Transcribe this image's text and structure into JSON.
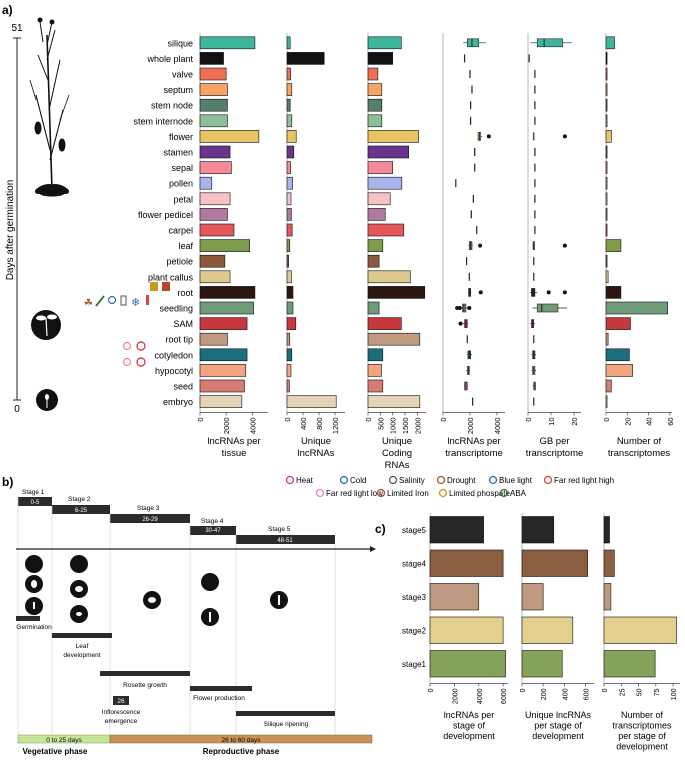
{
  "panel_labels": {
    "a": "a)",
    "b": "b)",
    "c": "c)"
  },
  "axis_side": {
    "top": "51",
    "bottom": "0",
    "label": "Days after germination"
  },
  "tissues": [
    "silique",
    "whole plant",
    "valve",
    "septum",
    "stem node",
    "stem internode",
    "flower",
    "stamen",
    "sepal",
    "pollen",
    "petal",
    "flower pedicel",
    "carpel",
    "leaf",
    "petiole",
    "plant callus",
    "root",
    "seedling",
    "SAM",
    "root tip",
    "cotyledon",
    "hypocotyl",
    "seed",
    "embryo"
  ],
  "tissue_colors": [
    "#3eb69e",
    "#111111",
    "#ef6f56",
    "#f5a465",
    "#557e6b",
    "#8fbf9a",
    "#e9c462",
    "#6a348e",
    "#f48a97",
    "#a9b4ec",
    "#f6c2c8",
    "#b07aa0",
    "#e4585d",
    "#7f9c4c",
    "#8b5a3c",
    "#dcc98e",
    "#2c1610",
    "#6f9b78",
    "#c7383d",
    "#c09a80",
    "#1b6e7b",
    "#f3a57f",
    "#d57d72",
    "#e5d3b5"
  ],
  "chart_data": [
    {
      "type": "bar",
      "orientation": "horizontal",
      "xlabel": "lncRNAs per tissue",
      "xticks": [
        "0",
        "2000",
        "4000"
      ],
      "xlim": [
        0,
        5200
      ],
      "values": [
        4200,
        1800,
        2000,
        2100,
        2100,
        2100,
        4500,
        2300,
        2400,
        900,
        2300,
        2100,
        2600,
        3800,
        1900,
        2300,
        4200,
        4100,
        3600,
        2100,
        3600,
        3500,
        3400,
        3200
      ]
    },
    {
      "type": "bar",
      "orientation": "horizontal",
      "xlabel": "Unique lncRNAs",
      "xticks": [
        "0",
        "400",
        "800",
        "1200"
      ],
      "xlim": [
        0,
        1450
      ],
      "values": [
        80,
        930,
        90,
        120,
        80,
        120,
        230,
        170,
        90,
        140,
        100,
        110,
        130,
        70,
        40,
        110,
        150,
        150,
        220,
        70,
        120,
        100,
        60,
        1230
      ]
    },
    {
      "type": "bar",
      "orientation": "horizontal",
      "xlabel": "Unique Coding RNAs",
      "xticks": [
        "0",
        "500",
        "1000",
        "1500",
        "2000"
      ],
      "xlim": [
        0,
        2350
      ],
      "values": [
        1350,
        1000,
        400,
        560,
        560,
        560,
        2050,
        1650,
        1000,
        1370,
        900,
        700,
        1450,
        600,
        450,
        1720,
        2300,
        450,
        1350,
        2100,
        600,
        550,
        600,
        2100
      ]
    },
    {
      "type": "box",
      "orientation": "horizontal",
      "xlabel": "lncRNAs per transcriptome",
      "xticks": [
        "0",
        "2000",
        "4000"
      ],
      "xlim": [
        0,
        4600
      ],
      "boxes": [
        {
          "row": 0,
          "q1": 1800,
          "med": 2150,
          "q3": 2650,
          "lo": 1500,
          "hi": 3200,
          "out": []
        },
        {
          "row": 1,
          "q1": 1580,
          "med": 1600,
          "q3": 1620,
          "lo": 1580,
          "hi": 1620,
          "out": []
        },
        {
          "row": 2,
          "q1": 2000,
          "med": 2000,
          "q3": 2000,
          "lo": 2000,
          "hi": 2000,
          "out": []
        },
        {
          "row": 3,
          "q1": 2150,
          "med": 2150,
          "q3": 2150,
          "lo": 2150,
          "hi": 2150,
          "out": []
        },
        {
          "row": 4,
          "q1": 2050,
          "med": 2050,
          "q3": 2050,
          "lo": 2050,
          "hi": 2050,
          "out": []
        },
        {
          "row": 5,
          "q1": 2050,
          "med": 2050,
          "q3": 2050,
          "lo": 2050,
          "hi": 2050,
          "out": []
        },
        {
          "row": 6,
          "q1": 2600,
          "med": 2700,
          "q3": 2800,
          "lo": 2600,
          "hi": 2900,
          "out": [
            3400
          ]
        },
        {
          "row": 7,
          "q1": 2350,
          "med": 2350,
          "q3": 2350,
          "lo": 2350,
          "hi": 2350,
          "out": []
        },
        {
          "row": 8,
          "q1": 2350,
          "med": 2350,
          "q3": 2350,
          "lo": 2350,
          "hi": 2350,
          "out": []
        },
        {
          "row": 9,
          "q1": 950,
          "med": 950,
          "q3": 950,
          "lo": 950,
          "hi": 950,
          "out": []
        },
        {
          "row": 10,
          "q1": 2250,
          "med": 2250,
          "q3": 2250,
          "lo": 2250,
          "hi": 2250,
          "out": []
        },
        {
          "row": 11,
          "q1": 2100,
          "med": 2100,
          "q3": 2100,
          "lo": 2100,
          "hi": 2100,
          "out": []
        },
        {
          "row": 12,
          "q1": 2500,
          "med": 2500,
          "q3": 2500,
          "lo": 2500,
          "hi": 2500,
          "out": []
        },
        {
          "row": 13,
          "q1": 1950,
          "med": 2050,
          "q3": 2150,
          "lo": 1900,
          "hi": 2200,
          "out": [
            2750
          ]
        },
        {
          "row": 14,
          "q1": 1750,
          "med": 1750,
          "q3": 1750,
          "lo": 1750,
          "hi": 1750,
          "out": []
        },
        {
          "row": 15,
          "q1": 1950,
          "med": 1950,
          "q3": 1950,
          "lo": 1950,
          "hi": 1950,
          "out": []
        },
        {
          "row": 16,
          "q1": 1900,
          "med": 1980,
          "q3": 2050,
          "lo": 1850,
          "hi": 2100,
          "out": [
            2800
          ]
        },
        {
          "row": 17,
          "q1": 1450,
          "med": 1550,
          "q3": 1700,
          "lo": 1150,
          "hi": 1850,
          "out": [
            1050,
            1250,
            1950
          ]
        },
        {
          "row": 18,
          "q1": 1600,
          "med": 1700,
          "q3": 1800,
          "lo": 1450,
          "hi": 1850,
          "out": [
            1300
          ]
        },
        {
          "row": 19,
          "q1": 1800,
          "med": 1800,
          "q3": 1800,
          "lo": 1800,
          "hi": 1800,
          "out": []
        },
        {
          "row": 20,
          "q1": 1850,
          "med": 1950,
          "q3": 2050,
          "lo": 1800,
          "hi": 2150,
          "out": []
        },
        {
          "row": 21,
          "q1": 1800,
          "med": 1900,
          "q3": 1950,
          "lo": 1700,
          "hi": 2000,
          "out": []
        },
        {
          "row": 22,
          "q1": 1600,
          "med": 1700,
          "q3": 1800,
          "lo": 1550,
          "hi": 1850,
          "out": []
        },
        {
          "row": 23,
          "q1": 2200,
          "med": 2200,
          "q3": 2200,
          "lo": 2200,
          "hi": 2200,
          "out": []
        }
      ]
    },
    {
      "type": "box",
      "orientation": "horizontal",
      "xlabel": "GB per transcriptome",
      "xticks": [
        "0",
        "10",
        "20"
      ],
      "xlim": [
        0,
        23
      ],
      "boxes": [
        {
          "row": 0,
          "q1": 4,
          "med": 7,
          "q3": 15,
          "lo": 1,
          "hi": 19,
          "out": []
        },
        {
          "row": 1,
          "q1": 0.5,
          "med": 0.5,
          "q3": 0.5,
          "lo": 0.5,
          "hi": 0.5,
          "out": []
        },
        {
          "row": 2,
          "q1": 3,
          "med": 3,
          "q3": 3,
          "lo": 3,
          "hi": 3,
          "out": []
        },
        {
          "row": 3,
          "q1": 3,
          "med": 3,
          "q3": 3,
          "lo": 3,
          "hi": 3,
          "out": []
        },
        {
          "row": 4,
          "q1": 3,
          "med": 3,
          "q3": 3,
          "lo": 3,
          "hi": 3,
          "out": []
        },
        {
          "row": 5,
          "q1": 3,
          "med": 3,
          "q3": 3,
          "lo": 3,
          "hi": 3,
          "out": []
        },
        {
          "row": 6,
          "q1": 2.5,
          "med": 2.5,
          "q3": 2.5,
          "lo": 2.5,
          "hi": 2.5,
          "out": [
            16
          ]
        },
        {
          "row": 7,
          "q1": 3,
          "med": 3,
          "q3": 3,
          "lo": 3,
          "hi": 3,
          "out": []
        },
        {
          "row": 8,
          "q1": 3,
          "med": 3,
          "q3": 3,
          "lo": 3,
          "hi": 3,
          "out": []
        },
        {
          "row": 9,
          "q1": 3,
          "med": 3,
          "q3": 3,
          "lo": 3,
          "hi": 3,
          "out": []
        },
        {
          "row": 10,
          "q1": 3,
          "med": 3,
          "q3": 3,
          "lo": 3,
          "hi": 3,
          "out": []
        },
        {
          "row": 11,
          "q1": 3,
          "med": 3,
          "q3": 3,
          "lo": 3,
          "hi": 3,
          "out": []
        },
        {
          "row": 12,
          "q1": 3,
          "med": 3,
          "q3": 3,
          "lo": 3,
          "hi": 3,
          "out": []
        },
        {
          "row": 13,
          "q1": 2.2,
          "med": 2.5,
          "q3": 2.8,
          "lo": 2,
          "hi": 3,
          "out": [
            16
          ]
        },
        {
          "row": 14,
          "q1": 2.5,
          "med": 2.5,
          "q3": 2.5,
          "lo": 2.5,
          "hi": 2.5,
          "out": []
        },
        {
          "row": 15,
          "q1": 2.5,
          "med": 2.5,
          "q3": 2.5,
          "lo": 2.5,
          "hi": 2.5,
          "out": []
        },
        {
          "row": 16,
          "q1": 1.5,
          "med": 2.5,
          "q3": 3,
          "lo": 1,
          "hi": 4,
          "out": [
            9,
            16
          ]
        },
        {
          "row": 17,
          "q1": 4,
          "med": 6,
          "q3": 13,
          "lo": 2,
          "hi": 17,
          "out": []
        },
        {
          "row": 18,
          "q1": 1.5,
          "med": 2,
          "q3": 2.5,
          "lo": 1,
          "hi": 3,
          "out": []
        },
        {
          "row": 19,
          "q1": 2.5,
          "med": 2.5,
          "q3": 2.5,
          "lo": 2.5,
          "hi": 2.5,
          "out": []
        },
        {
          "row": 20,
          "q1": 2,
          "med": 2.5,
          "q3": 3,
          "lo": 1.5,
          "hi": 3.5,
          "out": []
        },
        {
          "row": 21,
          "q1": 2,
          "med": 2.5,
          "q3": 3,
          "lo": 1.5,
          "hi": 3.5,
          "out": []
        },
        {
          "row": 22,
          "q1": 2.5,
          "med": 3,
          "q3": 3.2,
          "lo": 2,
          "hi": 3.5,
          "out": []
        },
        {
          "row": 23,
          "q1": 2.5,
          "med": 2.5,
          "q3": 2.5,
          "lo": 2.5,
          "hi": 2.5,
          "out": []
        }
      ]
    },
    {
      "type": "bar",
      "orientation": "horizontal",
      "xlabel": "Number of transcriptomes",
      "xticks": [
        "0",
        "20",
        "40",
        "60"
      ],
      "xlim": [
        0,
        62
      ],
      "values": [
        8,
        1,
        1,
        1,
        1,
        1,
        5,
        1,
        1,
        1,
        1,
        1,
        1,
        14,
        1,
        2,
        14,
        58,
        23,
        2,
        22,
        25,
        5,
        1
      ]
    },
    {
      "type": "bar",
      "orientation": "horizontal",
      "categories": [
        "stage5",
        "stage4",
        "stage3",
        "stage2",
        "stage1"
      ],
      "colors": [
        "#262626",
        "#8b5e40",
        "#c09a80",
        "#e3cf8e",
        "#86a35b"
      ],
      "xlabel": "lncRNAs per stage of development",
      "xticks": [
        "0",
        "2000",
        "4000",
        "6000"
      ],
      "xlim": [
        0,
        6400
      ],
      "values": [
        4400,
        6000,
        4000,
        6000,
        6200
      ]
    },
    {
      "type": "bar",
      "orientation": "horizontal",
      "categories": [
        "stage5",
        "stage4",
        "stage3",
        "stage2",
        "stage1"
      ],
      "colors": [
        "#262626",
        "#8b5e40",
        "#c09a80",
        "#e3cf8e",
        "#86a35b"
      ],
      "xlabel": "Unique lncRNAs per stage of development",
      "xticks": [
        "0",
        "200",
        "400",
        "600"
      ],
      "xlim": [
        0,
        680
      ],
      "values": [
        300,
        620,
        200,
        480,
        380
      ]
    },
    {
      "type": "bar",
      "orientation": "horizontal",
      "categories": [
        "stage5",
        "stage4",
        "stage3",
        "stage2",
        "stage1"
      ],
      "colors": [
        "#262626",
        "#8b5e40",
        "#c09a80",
        "#e3cf8e",
        "#86a35b"
      ],
      "xlabel": "Number of transcriptomes per stage of development",
      "xticks": [
        "0",
        "25",
        "50",
        "75",
        "100"
      ],
      "xlim": [
        0,
        110
      ],
      "values": [
        8,
        15,
        10,
        105,
        74
      ]
    }
  ],
  "legend": {
    "items": [
      {
        "label": "Heat",
        "color": "#d64545",
        "icon": "thermometer-icon"
      },
      {
        "label": "Cold",
        "color": "#2a6db5",
        "icon": "snowflake-icon"
      },
      {
        "label": "Salinity",
        "color": "#555555",
        "icon": "salt-icon"
      },
      {
        "label": "Drought",
        "color": "#9a5b2b",
        "icon": "drought-icon"
      },
      {
        "label": "Blue light",
        "color": "#2a6db5",
        "icon": "bulb-blue-icon"
      },
      {
        "label": "Far red light high",
        "color": "#d64545",
        "icon": "bulb-red-icon"
      },
      {
        "label": "Far red light low",
        "color": "#f08a8a",
        "icon": "bulb-pink-icon"
      },
      {
        "label": "Limited Iron",
        "color": "#b24a2a",
        "icon": "iron-icon"
      },
      {
        "label": "Limited phospate",
        "color": "#c99a1f",
        "icon": "phosphate-icon"
      },
      {
        "label": "ABA",
        "color": "#3b7a2a",
        "icon": "aba-icon"
      }
    ]
  },
  "timeline": {
    "stages": [
      {
        "name": "Stage 1",
        "range": "0-5"
      },
      {
        "name": "Stage 2",
        "range": "6-25"
      },
      {
        "name": "Stage 3",
        "range": "26-29"
      },
      {
        "name": "Stage 4",
        "range": "30-47"
      },
      {
        "name": "Stage 5",
        "range": "48-51"
      }
    ],
    "events": [
      "Germination",
      "Leaf development",
      "Rosette growth",
      "Flower production",
      "Inflorescence emergence",
      "Silique ripening"
    ],
    "event_badge": "26",
    "phase_ranges": [
      "0 to 25 days",
      "26 to 60 days"
    ],
    "phases": [
      "Vegetative phase",
      "Reproductive phase"
    ],
    "phase_colors": [
      "#c6e59a",
      "#c9925a"
    ]
  }
}
